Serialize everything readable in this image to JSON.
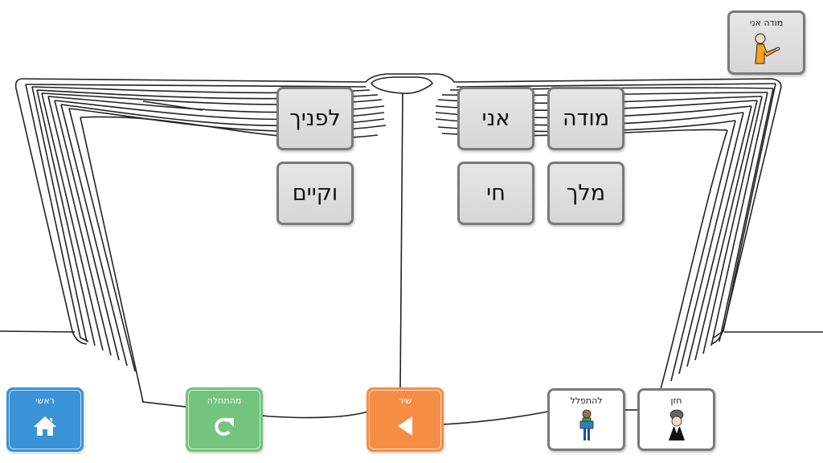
{
  "header_tile": {
    "label": "מודה אני",
    "icon": "person-praying-icon"
  },
  "words": {
    "r1c1": "מודה",
    "r1c2": "אני",
    "r1c3": "לפניך",
    "r2c1": "מלך",
    "r2c2": "חי",
    "r2c3": "וקיים"
  },
  "nav": {
    "home": {
      "label": "ראשי",
      "icon": "home-icon",
      "color": "#3a93d6"
    },
    "restart": {
      "label": "מהתחלה",
      "icon": "redo-arrow-icon",
      "color": "#72c47f"
    },
    "song": {
      "label": "שיר",
      "icon": "play-back-triangle-icon",
      "color": "#f58d44"
    },
    "pray": {
      "label": "להתפלל",
      "icon": "person-reading-icon"
    },
    "cantor": {
      "label": "חזן",
      "icon": "cantor-icon"
    }
  }
}
